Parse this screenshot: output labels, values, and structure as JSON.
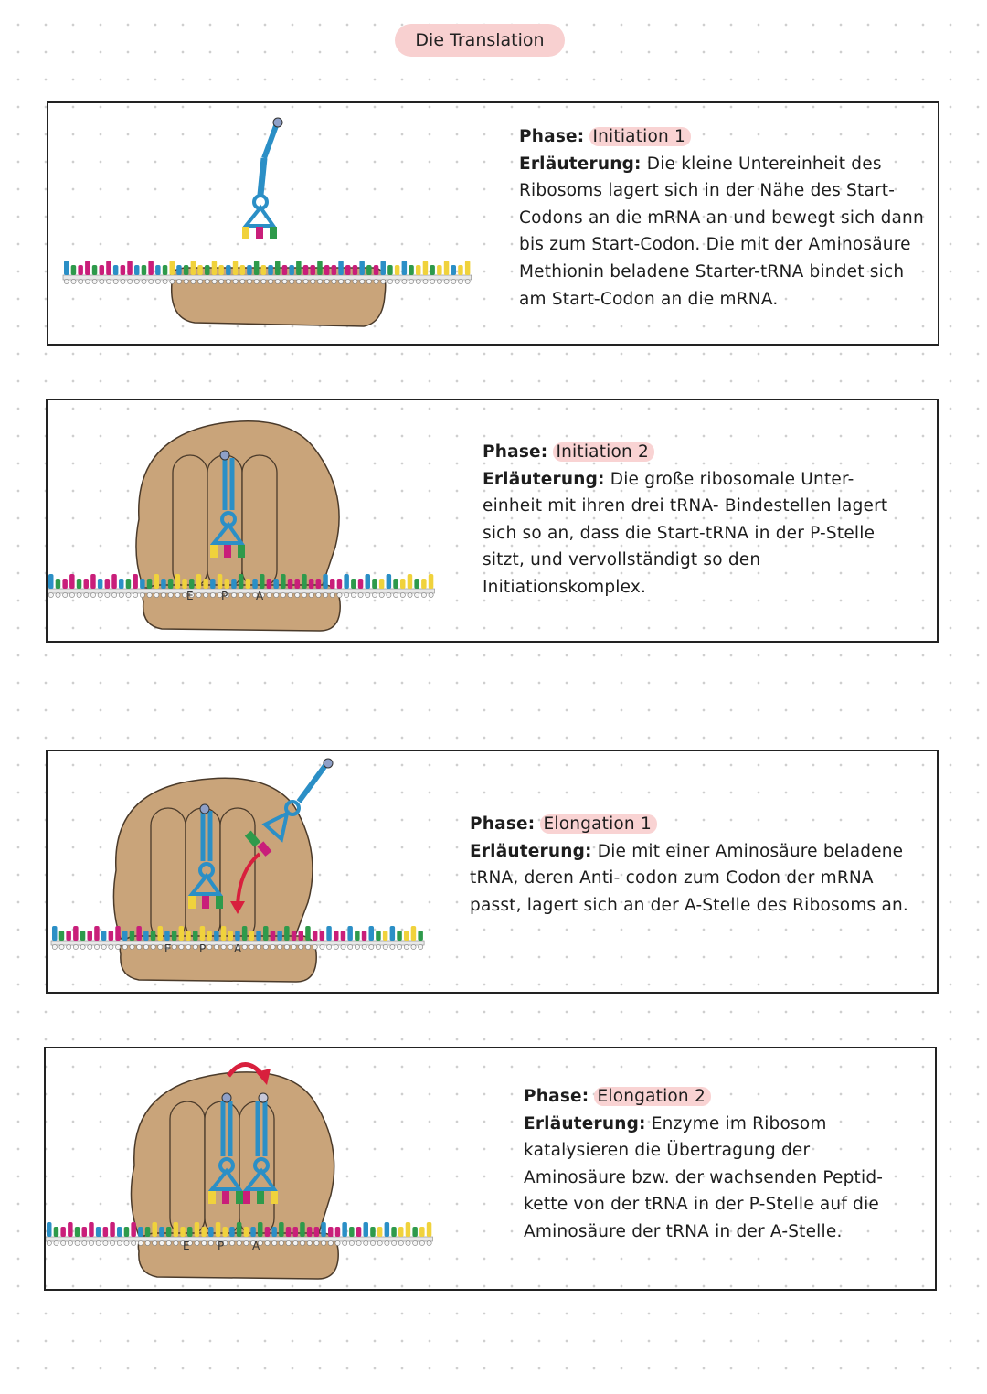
{
  "page": {
    "title": "Die Translation",
    "phase_label": "Phase:",
    "explanation_label": "Erläuterung:",
    "colors": {
      "highlight": "#f9d3d3",
      "ribosome": "#c9a47a",
      "trna": "#2b8fc6",
      "arrow": "#d81f3d"
    }
  },
  "panels": [
    {
      "phase": "Initiation 1",
      "lines": [
        "Die kleine Untereinheit des",
        "Ribosoms lagert sich in der Nähe des Start-",
        "Codons an die mRNA an und bewegt sich dann",
        "bis zum Start-Codon. Die mit der Aminosäure",
        "Methionin beladene Starter-tRNA bindet sich",
        "am Start-Codon an die mRNA."
      ]
    },
    {
      "phase": "Initiation 2",
      "lines": [
        "Die große ribosomale Unter-",
        "einheit mit ihren drei tRNA- Bindestellen lagert",
        "sich so an, dass die Start-tRNA in der P-Stelle",
        "sitzt, und vervollständigt so den",
        "Initiationskomplex."
      ],
      "sites": [
        "E",
        "P",
        "A"
      ]
    },
    {
      "phase": "Elongation 1",
      "lines": [
        "Die mit einer Aminosäure beladene",
        "tRNA, deren Anti- codon zum Codon der mRNA",
        "passt, lagert sich an der A-Stelle des Ribosoms an."
      ],
      "sites": [
        "E",
        "P",
        "A"
      ]
    },
    {
      "phase": "Elongation 2",
      "lines": [
        "Enzyme im Ribosom",
        "katalysieren die Übertragung der",
        "Aminosäure bzw. der wachsenden Peptid-",
        "kette von der tRNA in der P-Stelle auf die",
        "Aminosäure der tRNA in der A-Stelle."
      ],
      "sites": [
        "E",
        "P",
        "A"
      ]
    }
  ]
}
